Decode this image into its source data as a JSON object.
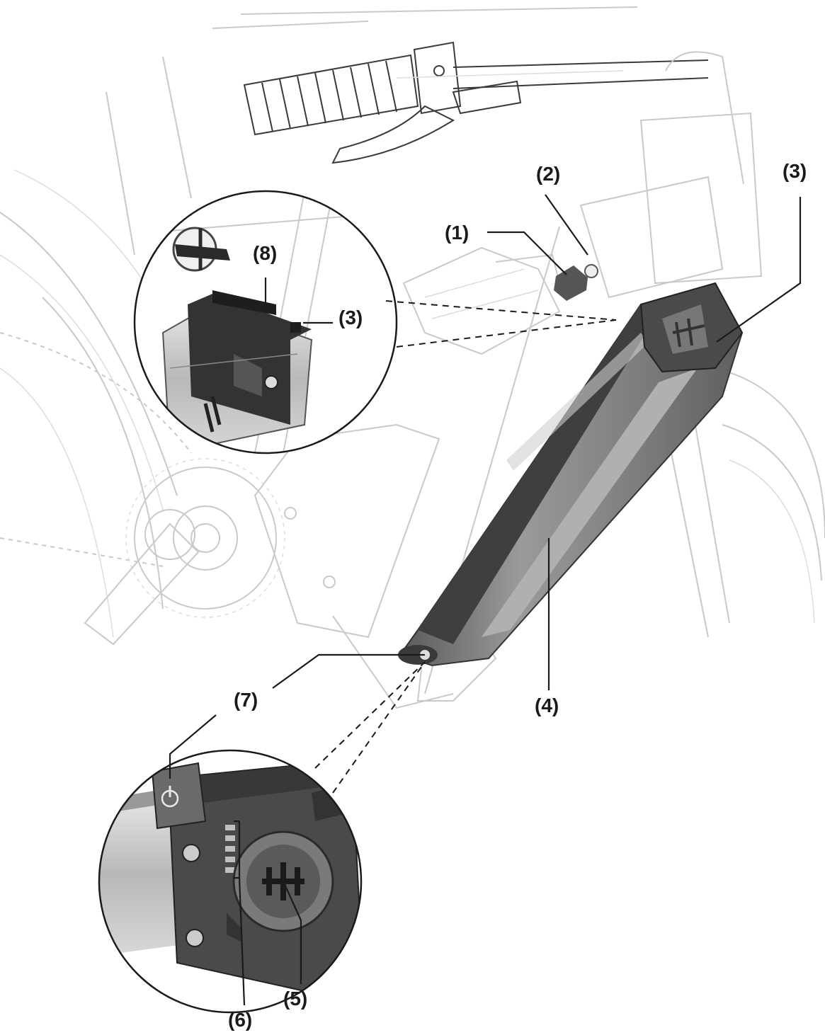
{
  "callouts": [
    {
      "id": "1",
      "text": "(1)"
    },
    {
      "id": "2",
      "text": "(2)"
    },
    {
      "id": "3a",
      "text": "(3)"
    },
    {
      "id": "3b",
      "text": "(3)"
    },
    {
      "id": "4",
      "text": "(4)"
    },
    {
      "id": "5",
      "text": "(5)"
    },
    {
      "id": "6",
      "text": "(6)"
    },
    {
      "id": "7",
      "text": "(7)"
    },
    {
      "id": "8",
      "text": "(8)"
    }
  ],
  "icons": {
    "power": "power-icon",
    "charge_level": "charge-level-indicator"
  },
  "colors": {
    "battery_body": "#8a8a8a",
    "battery_dark": "#4a4a4a",
    "frame_lines": "#c9c9c9",
    "label_text": "#1a1a1a"
  }
}
